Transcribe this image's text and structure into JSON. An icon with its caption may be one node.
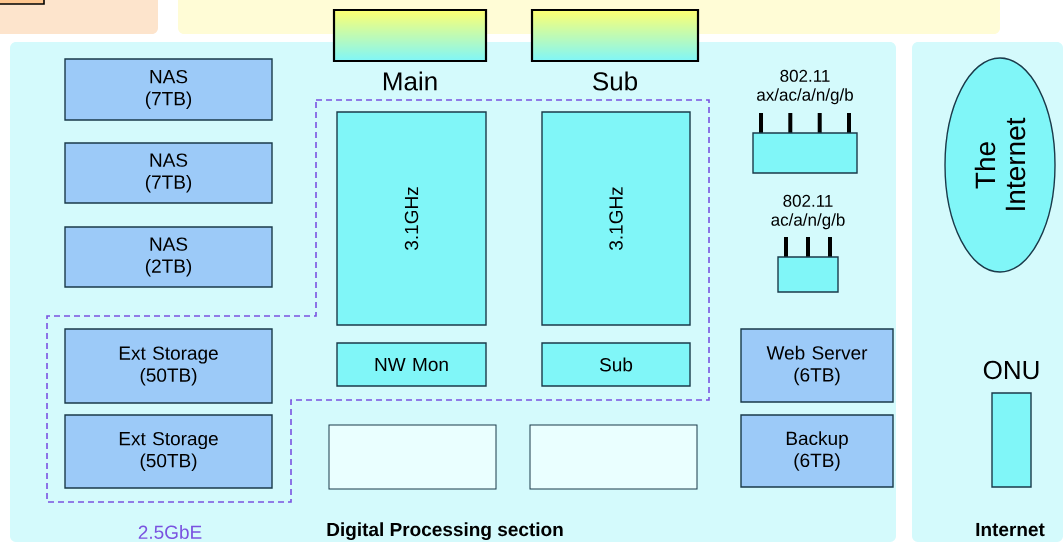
{
  "diagram": {
    "nodes": [
      {
        "text": [],
        "shape": "box",
        "beside": [
          "Main"
        ]
      },
      {
        "text": [],
        "shape": "box",
        "beside": [
          "Sub"
        ]
      },
      {
        "text": [
          "Digital Processing section"
        ]
      },
      {
        "text": [
          "NAS (7TB)"
        ],
        "in": 2
      },
      {
        "text": [
          "NAS (7TB)"
        ],
        "in": 2
      },
      {
        "text": [
          "NAS (2TB)"
        ],
        "in": 2
      },
      {
        "text": [
          "2.5GbE"
        ],
        "in": 2
      },
      {
        "text": [
          "3.1GHz"
        ],
        "in": 6
      },
      {
        "text": [
          "3.1GHz"
        ],
        "in": 6
      },
      {
        "text": [
          "NW Mon"
        ],
        "in": 6
      },
      {
        "text": [
          "Sub"
        ],
        "in": 6
      },
      {
        "text": [
          "Ext Storage (50TB)"
        ],
        "in": 6
      },
      {
        "text": [
          "Ext Storage (50TB)"
        ],
        "in": 6
      },
      {
        "text": [],
        "shape": "box",
        "in": 2
      },
      {
        "text": [],
        "shape": "box",
        "in": 2
      },
      {
        "text": [
          "802.11 ax/ac/a/n/g/b"
        ],
        "in": 2
      },
      {
        "text": [
          "802.11 ac/a/n/g/b"
        ],
        "in": 2
      },
      {
        "text": [
          "Web Server (6TB)"
        ],
        "in": 2
      },
      {
        "text": [
          "Backup (6TB)"
        ],
        "in": 2
      },
      {
        "text": [
          "Internet"
        ]
      },
      {
        "text": [
          "The Internet"
        ],
        "in": 19
      },
      {
        "text": [
          "ONU"
        ],
        "in": 19
      }
    ]
  }
}
